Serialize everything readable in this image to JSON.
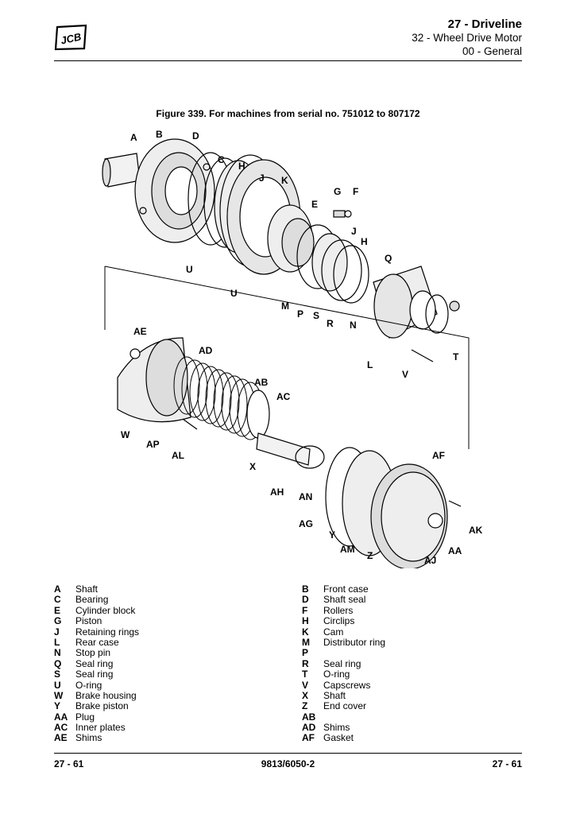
{
  "header": {
    "chapter": "27 - Driveline",
    "section": "32 - Wheel Drive Motor",
    "subsection": "00 - General",
    "logo_text": "JCB"
  },
  "figure": {
    "caption": "Figure 339. For machines from serial no. 751012 to 807172",
    "callouts": [
      "A",
      "B",
      "D",
      "C",
      "H",
      "J",
      "K",
      "E",
      "G",
      "F",
      "J",
      "H",
      "Q",
      "U",
      "U",
      "M",
      "P",
      "S",
      "R",
      "N",
      "L",
      "V",
      "T",
      "AE",
      "AD",
      "AB",
      "AC",
      "W",
      "AP",
      "AL",
      "X",
      "AH",
      "AN",
      "AF",
      "AG",
      "Y",
      "AK",
      "AM",
      "Z",
      "AJ",
      "AA"
    ]
  },
  "legend": {
    "left": [
      {
        "key": "A",
        "text": "Shaft"
      },
      {
        "key": "C",
        "text": "Bearing"
      },
      {
        "key": "E",
        "text": "Cylinder block"
      },
      {
        "key": "G",
        "text": "Piston"
      },
      {
        "key": "J",
        "text": "Retaining rings"
      },
      {
        "key": "L",
        "text": "Rear case"
      },
      {
        "key": "N",
        "text": "Stop pin"
      },
      {
        "key": "Q",
        "text": "Seal ring"
      },
      {
        "key": "S",
        "text": "Seal ring"
      },
      {
        "key": "U",
        "text": "O-ring"
      },
      {
        "key": "W",
        "text": "Brake housing"
      },
      {
        "key": "Y",
        "text": "Brake piston"
      },
      {
        "key": "AA",
        "text": "Plug"
      },
      {
        "key": "AC",
        "text": "Inner plates"
      },
      {
        "key": "AE",
        "text": "Shims"
      }
    ],
    "right": [
      {
        "key": "B",
        "text": "Front case"
      },
      {
        "key": "D",
        "text": "Shaft seal"
      },
      {
        "key": "F",
        "text": "Rollers"
      },
      {
        "key": "H",
        "text": "Circlips"
      },
      {
        "key": "K",
        "text": "Cam"
      },
      {
        "key": "M",
        "text": "Distributor ring"
      },
      {
        "key": "P",
        "text": ""
      },
      {
        "key": "R",
        "text": "Seal ring"
      },
      {
        "key": "T",
        "text": "O-ring"
      },
      {
        "key": "V",
        "text": "Capscrews"
      },
      {
        "key": "X",
        "text": "Shaft"
      },
      {
        "key": "Z",
        "text": "End cover"
      },
      {
        "key": "AB",
        "text": ""
      },
      {
        "key": "AD",
        "text": "Shims"
      },
      {
        "key": "AF",
        "text": "Gasket"
      }
    ]
  },
  "footer": {
    "page_left": "27 - 61",
    "doc_number": "9813/6050-2",
    "page_right": "27 - 61"
  }
}
